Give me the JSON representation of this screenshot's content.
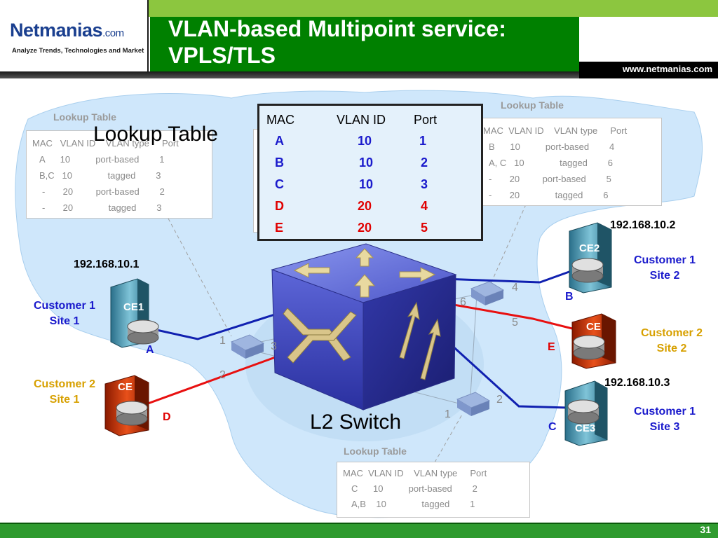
{
  "header": {
    "logo_main": "Netmanias",
    "logo_suffix": ".com",
    "logo_tagline": "Analyze Trends, Technologies and Market",
    "title_line1": "VLAN-based Multipoint service:",
    "title_line2": "VPLS/TLS",
    "url": "www.netmanias.com"
  },
  "footer": {
    "page": "31"
  },
  "colors": {
    "customer1": "#1a1acc",
    "customer2": "#e00000",
    "header_green": "#008000",
    "band_green": "#8cc63f"
  },
  "big_label": "Lookup Table",
  "main_table": {
    "headers": [
      "MAC",
      "VLAN ID",
      "Port"
    ],
    "rows": [
      {
        "mac": "A",
        "vlan": "10",
        "port": "1",
        "color": "blue"
      },
      {
        "mac": "B",
        "vlan": "10",
        "port": "2",
        "color": "blue"
      },
      {
        "mac": "C",
        "vlan": "10",
        "port": "3",
        "color": "blue"
      },
      {
        "mac": "D",
        "vlan": "20",
        "port": "4",
        "color": "red"
      },
      {
        "mac": "E",
        "vlan": "20",
        "port": "5",
        "color": "red"
      }
    ]
  },
  "faded_tables": {
    "left": {
      "title": "Lookup Table",
      "header": "MAC   VLAN ID    VLAN type     Port",
      "rows": [
        "A      10          port-based        1",
        "B,C   10              tagged        3",
        "-       20         port-based        2",
        "-       20              tagged        3"
      ]
    },
    "right": {
      "title": "Lookup Table",
      "header": "MAC  VLAN ID    VLAN type     Port",
      "rows": [
        "B      10          port-based        4",
        "A, C   10              tagged        6",
        "-       20         port-based        5",
        "-       20              tagged        6"
      ]
    },
    "bottom": {
      "title": "Lookup Table",
      "header": "MAC  VLAN ID    VLAN type     Port",
      "rows": [
        "C      10          port-based        2",
        "A,B    10              tagged        1"
      ]
    }
  },
  "switch_label": "L2 Switch",
  "sites": {
    "ce1": {
      "box": "CE1",
      "ip": "192.168.10.1",
      "name": "Customer 1\nSite 1",
      "mac": "A"
    },
    "ce_d": {
      "box": "CE",
      "name": "Customer 2\nSite 1",
      "mac": "D"
    },
    "ce2": {
      "box": "CE2",
      "ip": "192.168.10.2",
      "name": "Customer 1\nSite 2",
      "mac": "B"
    },
    "ce_e": {
      "box": "CE",
      "name": "Customer 2\nSite 2",
      "mac": "E"
    },
    "ce3": {
      "box": "CE3",
      "ip": "192.168.10.3",
      "name": "Customer 1\nSite 3",
      "mac": "C"
    }
  },
  "ports": {
    "p1": "1",
    "p2": "2",
    "p3": "3",
    "p4": "4",
    "p5": "5",
    "p6": "6",
    "b1": "1",
    "b2": "2"
  }
}
